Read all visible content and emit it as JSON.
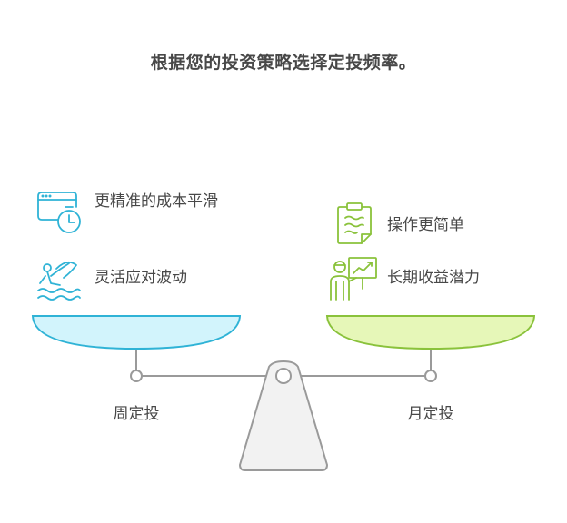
{
  "title": "根据您的投资策略选择定投频率。",
  "left": {
    "name": "周定投",
    "items": [
      {
        "icon": "calendar-clock-icon",
        "text": "更精准的成本平滑"
      },
      {
        "icon": "surfer-icon",
        "text": "灵活应对波动"
      }
    ]
  },
  "right": {
    "name": "月定投",
    "items": [
      {
        "icon": "clipboard-icon",
        "text": "操作更简单"
      },
      {
        "icon": "presenter-chart-icon",
        "text": "长期收益潜力"
      }
    ]
  },
  "colors": {
    "left_fill": "#d2f4fc",
    "left_stroke": "#2fb3d6",
    "right_fill": "#e6f7b8",
    "right_stroke": "#8ac23b",
    "base_fill": "#f2f2f2",
    "base_stroke": "#9a9a9a"
  }
}
